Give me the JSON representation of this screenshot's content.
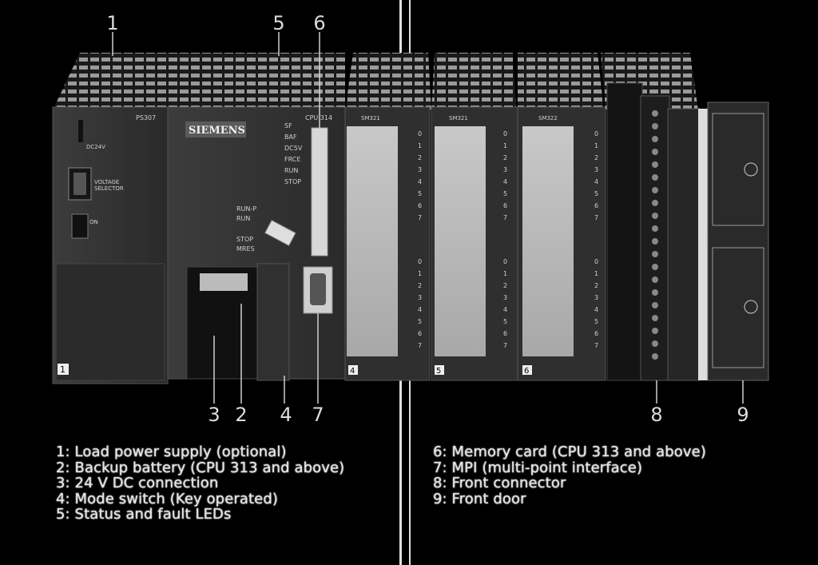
{
  "callouts": [
    "1",
    "2",
    "3",
    "4",
    "5",
    "6",
    "7",
    "8",
    "9"
  ],
  "brand": "SIEMENS",
  "psu_model": "PS307",
  "psu_labels": {
    "dc": "DC24V",
    "voltage": "VOLTAGE",
    "selector": "SELECTOR",
    "on": "ON"
  },
  "cpu_model": "CPU 314",
  "cpu_leds": [
    "SF",
    "BAF",
    "DC5V",
    "FRCE",
    "RUN",
    "STOP"
  ],
  "mode_positions": [
    "RUN-P",
    "RUN",
    "STOP",
    "MRES"
  ],
  "modules": [
    {
      "name": "SM321",
      "slot": "4"
    },
    {
      "name": "SM321",
      "slot": "5"
    },
    {
      "name": "SM322",
      "slot": "6"
    }
  ],
  "slot1": "1",
  "channels": [
    "0",
    "1",
    "2",
    "3",
    "4",
    "5",
    "6",
    "7"
  ],
  "legend_left": [
    "1: Load power supply (optional)",
    "2: Backup battery (CPU 313 and above)",
    "3: 24 V DC connection",
    "4: Mode switch (Key operated)",
    "5: Status and fault LEDs"
  ],
  "legend_right": [
    "6: Memory card (CPU 313 and above)",
    "7: MPI (multi-point interface)",
    "8: Front connector",
    "9: Front door"
  ]
}
